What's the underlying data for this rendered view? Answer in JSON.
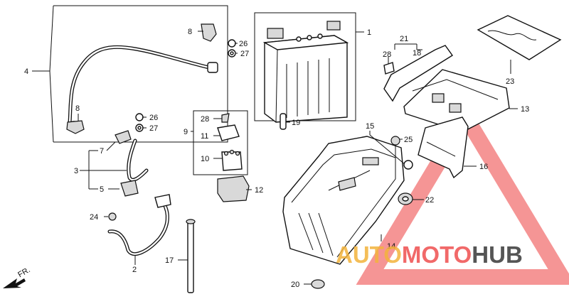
{
  "callouts": {
    "c1": "1",
    "c2": "2",
    "c3": "3",
    "c4": "4",
    "c5": "5",
    "c7": "7",
    "c8a": "8",
    "c8b": "8",
    "c9": "9",
    "c10": "10",
    "c11": "11",
    "c12": "12",
    "c13": "13",
    "c14": "14",
    "c15": "15",
    "c16": "16",
    "c17": "17",
    "c18": "18",
    "c19": "19",
    "c20": "20",
    "c21": "21",
    "c22": "22",
    "c23": "23",
    "c24": "24",
    "c25": "25",
    "c26a": "26",
    "c26b": "26",
    "c27a": "27",
    "c27b": "27",
    "c28a": "28",
    "c28b": "28"
  },
  "direction_label": "FR.",
  "watermark": {
    "part1": "AUTO",
    "part2": "MOTO",
    "part3": "HUB"
  },
  "colors": {
    "watermark_red": "#ef4f4f",
    "watermark_gold": "#f3b33c",
    "watermark_gray": "#555555",
    "line": "#111111"
  }
}
